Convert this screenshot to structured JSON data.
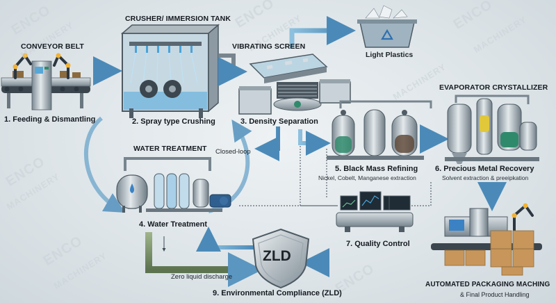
{
  "watermark": {
    "brand": "ENCO",
    "tagline": "MACHINERY"
  },
  "headers": {
    "conveyor": "CONVEYOR BELT",
    "crusher": "CRUSHER/ IMMERSION TANK",
    "screen": "VIBRATING SCREEN",
    "evaporator": "EVAPORATOR CRYSTALLIZER",
    "water": "WATER TREATMENT",
    "packaging": "AUTOMATED PACKAGING MACHING"
  },
  "steps": {
    "s1": "1. Feeding & Dismantling",
    "s2": "2. Spray type Crushing",
    "s3": "3. Density Separation",
    "s4": "4. Water Treatment",
    "s5": "5. Black Mass Refining",
    "s5_sub": "Nickel, Cobelt, Manganese extraction",
    "s6": "6. Precious Metal Recovery",
    "s6_sub": "Solvent extraction & preeipkation",
    "s7": "7. Quality Control",
    "s8": "& Final Product Handling",
    "s9": "9. Environmental Compliance (ZLD)"
  },
  "notes": {
    "light_plastics": "Light Plastics",
    "closed_loop": "Closed-loop",
    "zero_liquid": "Zero liquid discharge"
  },
  "badge": {
    "zld": "ZLD"
  },
  "colors": {
    "flow_arrow": "#5b96c0",
    "steel": "#9aa6ae",
    "water": "#4aa3d8",
    "dark": "#2b3640",
    "tank_green": "#2f8a6b",
    "box": "#c8965a"
  },
  "icons": [
    "recycle-icon",
    "shield-icon",
    "gear-icon",
    "monitor-icon",
    "robot-arm-icon",
    "tank-icon"
  ]
}
